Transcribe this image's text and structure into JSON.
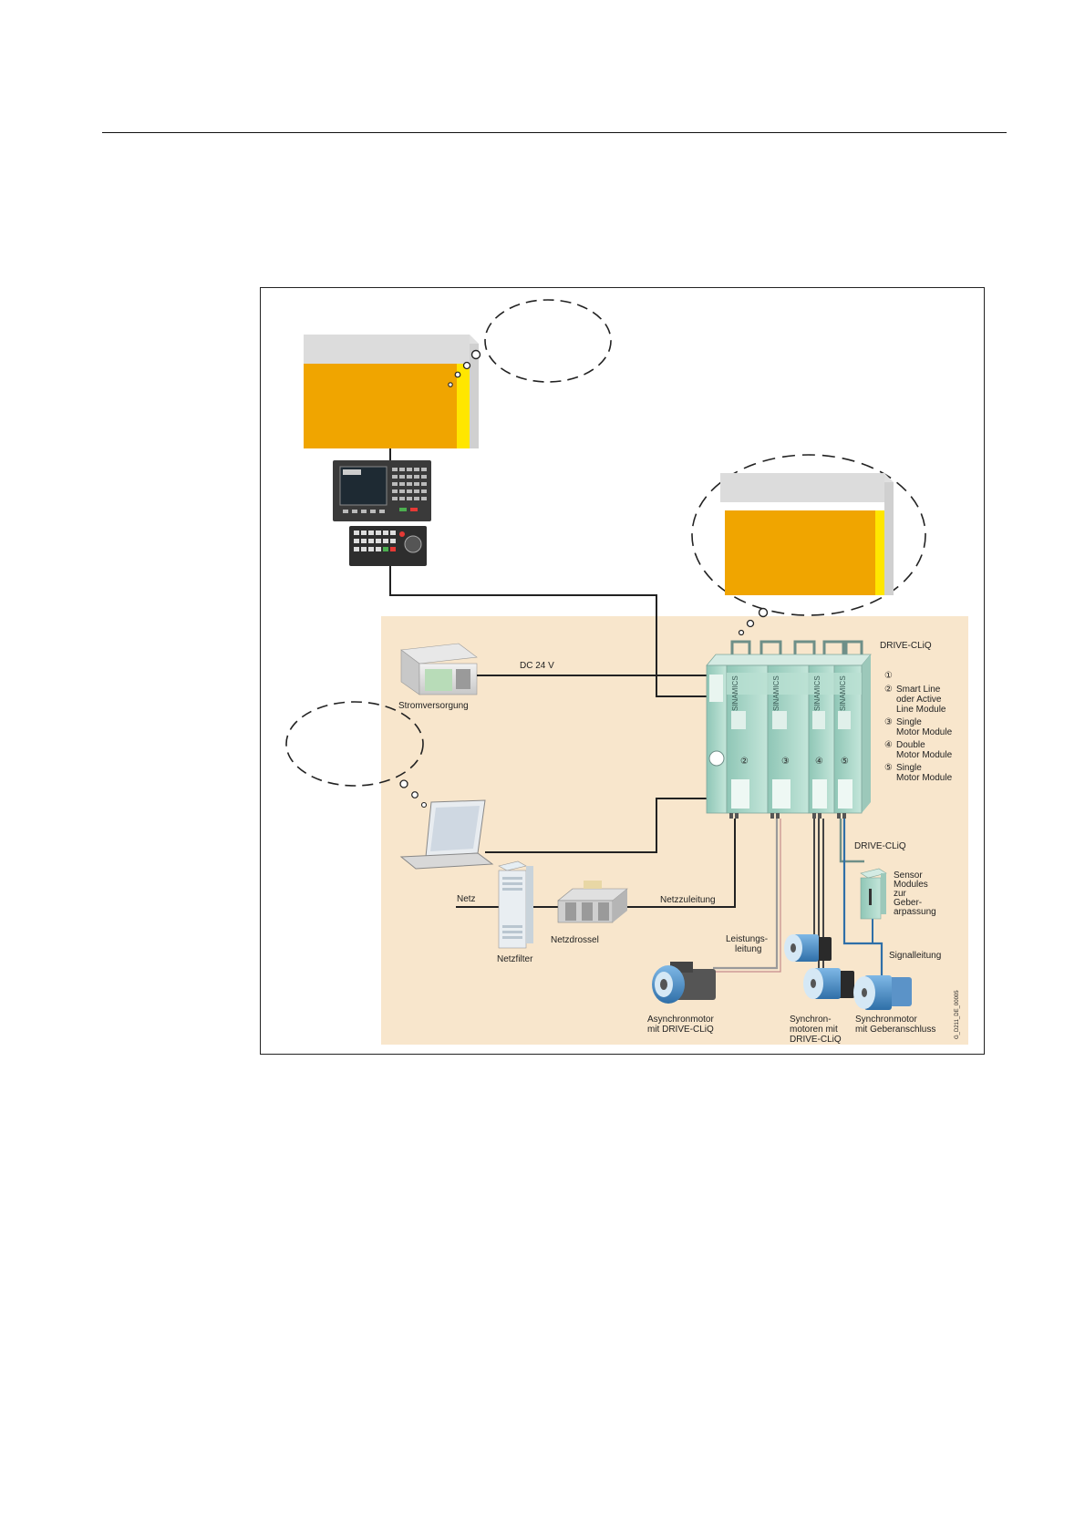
{
  "diagram": {
    "labels": {
      "drive_cliq_top": "DRIVE-CLiQ",
      "dc24v": "DC 24 V",
      "stromversorgung": "Stromversorgung",
      "netz": "Netz",
      "netzfilter": "Netzfilter",
      "netzdrossel": "Netzdrossel",
      "netzzuleitung": "Netzzuleitung",
      "leistungsleitung_1": "Leistungs-",
      "leistungsleitung_2": "leitung",
      "drive_cliq_right": "DRIVE-CLiQ",
      "signalleitung": "Signalleitung",
      "sensor_1": "Sensor",
      "sensor_2": "Modules",
      "sensor_3": "zur",
      "sensor_4": "Geber-",
      "sensor_5": "arpassung",
      "asyn_1": "Asynchronmotor",
      "asyn_2": "mit DRIVE-CLiQ",
      "syn_1": "Synchron-",
      "syn_2": "motoren mit",
      "syn_3": "DRIVE-CLiQ",
      "synge_1": "Synchronmotor",
      "synge_2": "mit Geberanschluss",
      "figure_id": "G_D211_DE_00005",
      "module_brand": "SINAMICS"
    },
    "legend": [
      {
        "num": "①",
        "lines": []
      },
      {
        "num": "②",
        "lines": [
          "Smart Line",
          "oder Active",
          "Line Module"
        ]
      },
      {
        "num": "③",
        "lines": [
          "Single",
          "Motor Module"
        ]
      },
      {
        "num": "④",
        "lines": [
          "Double",
          "Motor Module"
        ]
      },
      {
        "num": "⑤",
        "lines": [
          "Single",
          "Motor Module"
        ]
      }
    ],
    "module_numbers": [
      "②",
      "③",
      "④",
      "⑤"
    ],
    "colors": {
      "orange": "#f0a500",
      "yellow_strip": "#ffe600",
      "panel_bg": "#f8e6cc",
      "module_teal": "#a8d4c6",
      "motor_blue": "#4a90c8"
    }
  }
}
